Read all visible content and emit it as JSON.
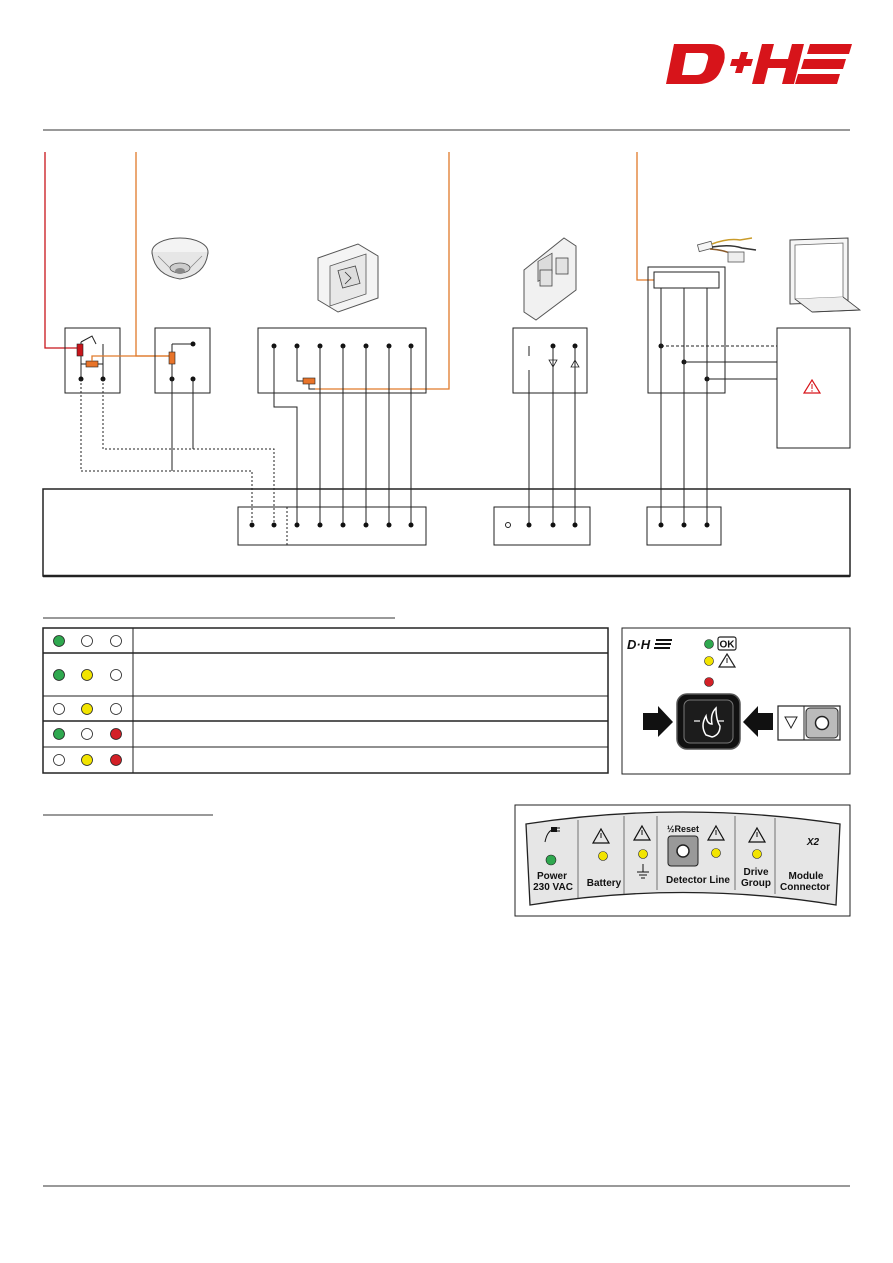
{
  "brand": {
    "logo_text": "D+H",
    "small_logo_text": "D·H",
    "color": "#d7141a"
  },
  "colors": {
    "red_wire": "#c8151b",
    "orange_wire": "#e07a2a",
    "resistor": "#e8742a",
    "led_green": "#2fa84f",
    "led_yellow": "#f2e400",
    "led_red": "#d32027",
    "warning": "#d7141a"
  },
  "status_table": {
    "rows": [
      {
        "leds": [
          "green",
          "off",
          "off"
        ],
        "text": ""
      },
      {
        "leds": [
          "green",
          "yellow",
          "off"
        ],
        "text": ""
      },
      {
        "leds": [
          "off",
          "yellow",
          "off"
        ],
        "text": ""
      },
      {
        "leds": [
          "green",
          "off",
          "red"
        ],
        "text": ""
      },
      {
        "leds": [
          "off",
          "yellow",
          "red"
        ],
        "text": ""
      }
    ]
  },
  "control_panel": {
    "ok_label": "OK",
    "icons": [
      "warning-icon",
      "fire-icon",
      "arrow-right-icon",
      "arrow-left-icon",
      "triangle-down-icon"
    ]
  },
  "status_strip": {
    "power_label_1": "Power",
    "power_label_2": "230 VAC",
    "battery_label": "Battery",
    "reset_label": "½Reset",
    "detector_line_label": "Detector Line",
    "drive_group_label_1": "Drive",
    "drive_group_label_2": "Group",
    "x2_label": "X2",
    "module_connector_label_1": "Module",
    "module_connector_label_2": "Connector"
  }
}
